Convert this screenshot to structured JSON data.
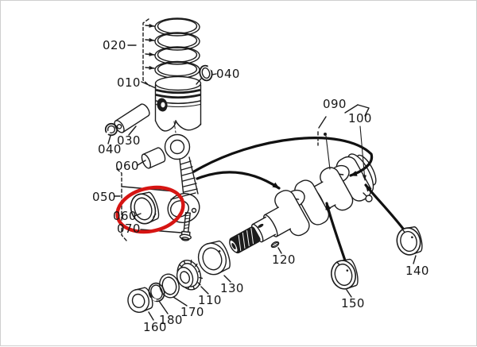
{
  "diagram": {
    "kind": "exploded-parts-diagram",
    "background": "#ffffff",
    "line_color": "#1c1c1c",
    "highlight_color": "#d61513",
    "parts": [
      {
        "id": "020",
        "label": "020"
      },
      {
        "id": "010",
        "label": "010"
      },
      {
        "id": "040-top",
        "label": "040"
      },
      {
        "id": "030",
        "label": "030"
      },
      {
        "id": "040-left",
        "label": "040"
      },
      {
        "id": "060-upper",
        "label": "060"
      },
      {
        "id": "050",
        "label": "050"
      },
      {
        "id": "060-lower",
        "label": "060"
      },
      {
        "id": "070",
        "label": "070"
      },
      {
        "id": "090",
        "label": "090"
      },
      {
        "id": "100",
        "label": "100"
      },
      {
        "id": "120",
        "label": "120"
      },
      {
        "id": "130",
        "label": "130"
      },
      {
        "id": "110",
        "label": "110"
      },
      {
        "id": "170",
        "label": "170"
      },
      {
        "id": "180",
        "label": "180"
      },
      {
        "id": "160",
        "label": "160"
      },
      {
        "id": "150",
        "label": "150"
      },
      {
        "id": "140",
        "label": "140"
      }
    ]
  }
}
